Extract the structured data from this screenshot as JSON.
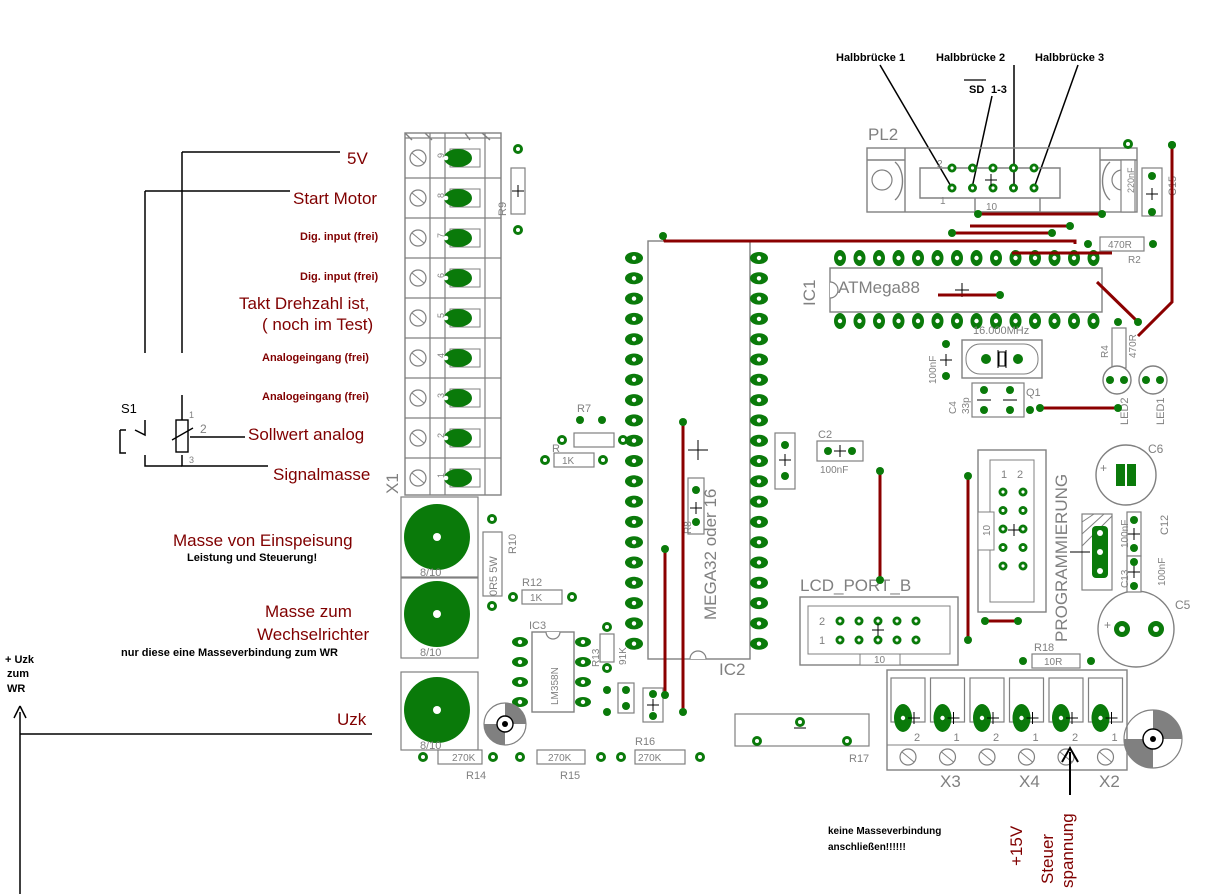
{
  "labels_left": {
    "v5": "5V",
    "start_motor": "Start Motor",
    "dig_input_1": "Dig. input (frei)",
    "dig_input_2": "Dig. input (frei)",
    "takt_1": "Takt Drehzahl ist,",
    "takt_2": "( noch im Test)",
    "analog_1": "Analogeingang (frei)",
    "analog_2": "Analogeingang (frei)",
    "sollwert": "Sollwert analog",
    "signalmasse": "Signalmasse",
    "s1": "S1",
    "pot_1": "1",
    "pot_2": "2",
    "pot_3": "3",
    "masse_einspeisung": "Masse von Einspeisung",
    "leistung_steuerung": "Leistung und Steuerung!",
    "masse_wr_1": "Masse zum",
    "masse_wr_2": "Wechselrichter",
    "nur_diese": "nur diese eine Masseverbindung zum WR",
    "uzk_wr_1": "+ Uzk",
    "uzk_wr_2": "zum",
    "uzk_wr_3": "WR",
    "uzk": "Uzk"
  },
  "labels_top": {
    "hb1": "Halbbrücke 1",
    "hb2": "Halbbrücke 2",
    "hb3": "Halbbrücke 3",
    "sd": "SD",
    "sd_suffix": "1-3"
  },
  "labels_bottom": {
    "keine_1": "keine Masseverbindung",
    "keine_2": "anschließen!!!!!!",
    "p15": "+15V",
    "steuer": "Steuer",
    "spannung": "spannung"
  },
  "silkscreen": {
    "x1": "X1",
    "x1_pins": [
      "9",
      "8",
      "7",
      "6",
      "5",
      "4",
      "3",
      "2",
      "1"
    ],
    "r9": "R9",
    "r10": "R10",
    "r10_val": "0R5 5W",
    "r12": "R12",
    "r12_val": "1K",
    "r7": "R7",
    "r8": "R8",
    "r_x": "R",
    "r_1k": "1K",
    "ic3": "IC3",
    "ic3_val": "LM358N",
    "r13": "R13",
    "r13_val": "91K",
    "r14": "R14",
    "r15": "R15",
    "r16": "R16",
    "r_270k_1": "270K",
    "r_270k_2": "270K",
    "r_270k_3": "270K",
    "r17": "R17",
    "mega": "MEGA32 oder 16",
    "ic2": "IC2",
    "ic1": "IC1",
    "atmega88": "ATMega88",
    "pl2": "PL2",
    "pl2_2": "2",
    "pl2_1": "1",
    "pl2_10": "10",
    "r2": "R2",
    "r2_val": "470R",
    "r4": "R4",
    "r4_val": "470R",
    "quartz": "16.000MHz",
    "q1": "Q1",
    "c4": "C4",
    "c4_val": "33p",
    "c_100nf_1": "100nF",
    "c2": "C2",
    "c2_val": "100nF",
    "led1": "LED1",
    "led2": "LED2",
    "c6": "C6",
    "c5": "C5",
    "c12": "C12",
    "c13": "C13",
    "c_100nf_2": "100nF",
    "c_100nf_3": "100nF",
    "c15": "C15",
    "c15_val": "220nF",
    "lcd_port": "LCD_PORT_B",
    "lcd_2": "2",
    "lcd_1": "1",
    "lcd_10": "10",
    "programmierung": "PROGRAMMIERUNG",
    "prog_1": "1",
    "prog_2": "2",
    "prog_10": "10",
    "r18": "R18",
    "r18_val": "10R",
    "x3": "X3",
    "x4": "X4",
    "x2": "X2",
    "term_nums": [
      "2",
      "1",
      "2",
      "1",
      "2",
      "1"
    ],
    "mount_1": "8/10",
    "mount_2": "8/10",
    "mount_3": "8/10"
  },
  "colors": {
    "pad": "#0a7a0a",
    "track": "#8b0000",
    "silk": "#808080",
    "label_red": "#800000"
  }
}
